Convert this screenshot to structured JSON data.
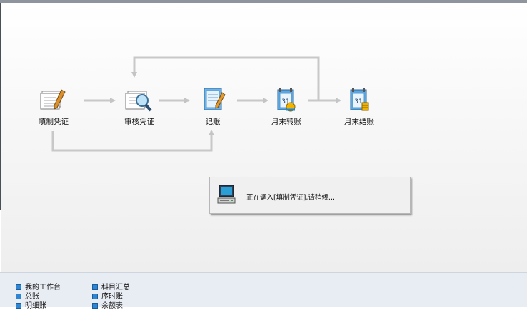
{
  "workflow": {
    "nodes": [
      {
        "label": "填制凭证",
        "icon": "voucher-entry-icon"
      },
      {
        "label": "审核凭证",
        "icon": "voucher-audit-icon"
      },
      {
        "label": "记账",
        "icon": "posting-icon"
      },
      {
        "label": "月末转账",
        "icon": "month-end-transfer-icon"
      },
      {
        "label": "月末结账",
        "icon": "month-end-close-icon"
      }
    ]
  },
  "dialog": {
    "message": "正在调入[填制凭证],请稍候...",
    "icon": "computer-loading-icon"
  },
  "bottom_links": [
    {
      "label": "我的工作台"
    },
    {
      "label": "总账"
    },
    {
      "label": "明细账"
    },
    {
      "label": "科目汇总"
    },
    {
      "label": "序时账"
    },
    {
      "label": "余额表"
    }
  ],
  "colors": {
    "arrow": "#c4c4c4",
    "bullet": "#2d86d3",
    "bottom_panel": "#e8ecf3"
  }
}
